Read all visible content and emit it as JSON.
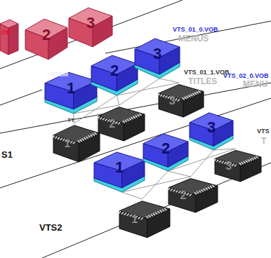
{
  "diagram": {
    "nodes": [
      {
        "text": [
          "2"
        ]
      },
      {
        "text": [
          "3"
        ]
      },
      {
        "text": [
          "1"
        ]
      },
      {
        "text": [
          "2"
        ]
      },
      {
        "text": [
          "3"
        ]
      },
      {
        "text": [
          "1"
        ]
      },
      {
        "text": [
          "2"
        ]
      },
      {
        "text": [
          "3"
        ]
      },
      {
        "text": [
          "1"
        ]
      },
      {
        "text": [
          "2"
        ]
      },
      {
        "text": [
          "3"
        ]
      },
      {
        "text": [
          "1"
        ]
      },
      {
        "text": [
          "2"
        ]
      },
      {
        "text": [
          "3"
        ]
      }
    ],
    "edges": [
      {
        "from": 2,
        "to": 5,
        "arrow": "none"
      },
      {
        "from": 2,
        "to": 6,
        "arrow": "none"
      },
      {
        "from": 3,
        "to": 5,
        "arrow": "none"
      },
      {
        "from": 3,
        "to": 6,
        "arrow": "none"
      },
      {
        "from": 3,
        "to": 7,
        "arrow": "none"
      },
      {
        "from": 4,
        "to": 6,
        "arrow": "none"
      },
      {
        "from": 4,
        "to": 7,
        "arrow": "none"
      },
      {
        "from": 8,
        "to": 11,
        "arrow": "none"
      },
      {
        "from": 8,
        "to": 12,
        "arrow": "none"
      },
      {
        "from": 9,
        "to": 11,
        "arrow": "none"
      },
      {
        "from": 9,
        "to": 12,
        "arrow": "none"
      },
      {
        "from": 9,
        "to": 13,
        "arrow": "none"
      },
      {
        "from": 10,
        "to": 12,
        "arrow": "none"
      },
      {
        "from": 10,
        "to": 13,
        "arrow": "none"
      }
    ],
    "labels": [
      "OB",
      "VTS_01_0.VOB",
      "MENUS",
      "VTS_01_1.VOB",
      "TITLES",
      "VTSM",
      "TT",
      "VTS_02_0.VOB",
      "MENU",
      "VTS",
      "T",
      "S1",
      "VTS2"
    ]
  }
}
